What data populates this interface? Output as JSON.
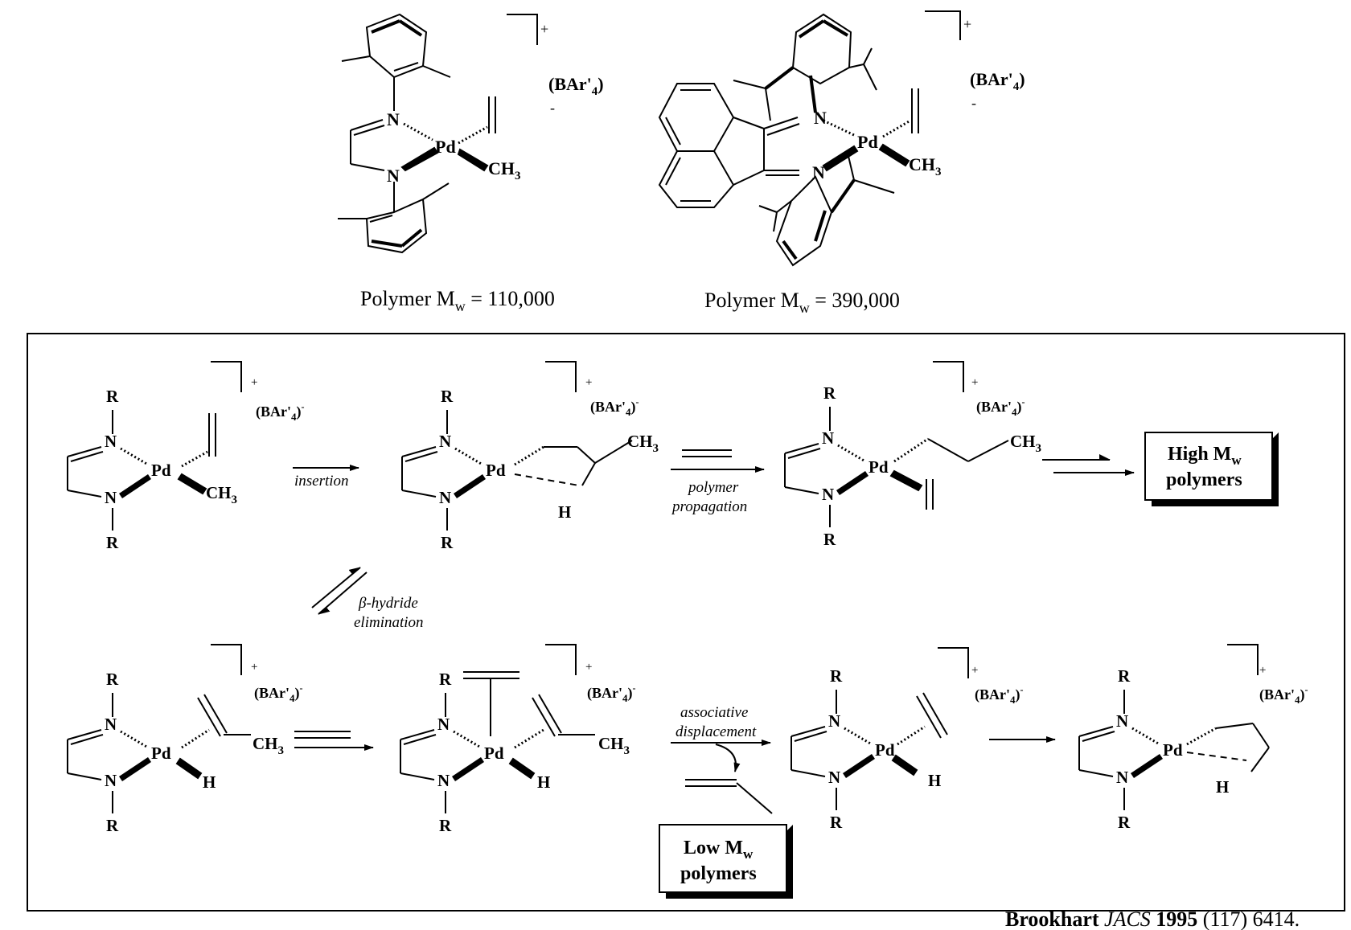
{
  "top": {
    "cat1": {
      "n": "N",
      "pd": "Pd",
      "ch": "CH",
      "three": "3",
      "bar": "(BAr'",
      "four": "4",
      "close": ")",
      "minus": "-",
      "plus": "+",
      "label_pre": "Polymer M",
      "label_sub": "w",
      "label_post": " = 110,000"
    },
    "cat2": {
      "n": "N",
      "pd": "Pd",
      "ch": "CH",
      "three": "3",
      "bar": "(BAr'",
      "four": "4",
      "close": ")",
      "minus": "-",
      "plus": "+",
      "label_pre": "Polymer M",
      "label_sub": "w",
      "label_post": " = 390,000"
    }
  },
  "labels": {
    "r": "R",
    "n": "N",
    "pd": "Pd",
    "h": "H",
    "ch": "CH",
    "three": "3",
    "bar": "(BAr'",
    "four": "4",
    "close": ")",
    "minus": "-",
    "plus": "+"
  },
  "arrows": {
    "insertion": "insertion",
    "polymer": "polymer",
    "propagation": "propagation",
    "beta_1": "β-hydride",
    "beta_2": "elimination",
    "assoc_1": "associative",
    "assoc_2": "displacement"
  },
  "boxes": {
    "high": {
      "pre": "High M",
      "sub": "w",
      "line2": "polymers"
    },
    "low": {
      "pre": "Low M",
      "sub": "w",
      "line2": "polymers"
    }
  },
  "citation": {
    "author": "Brookhart ",
    "journal": "JACS",
    "year": " 1995",
    "rest": " (117) 6414."
  }
}
